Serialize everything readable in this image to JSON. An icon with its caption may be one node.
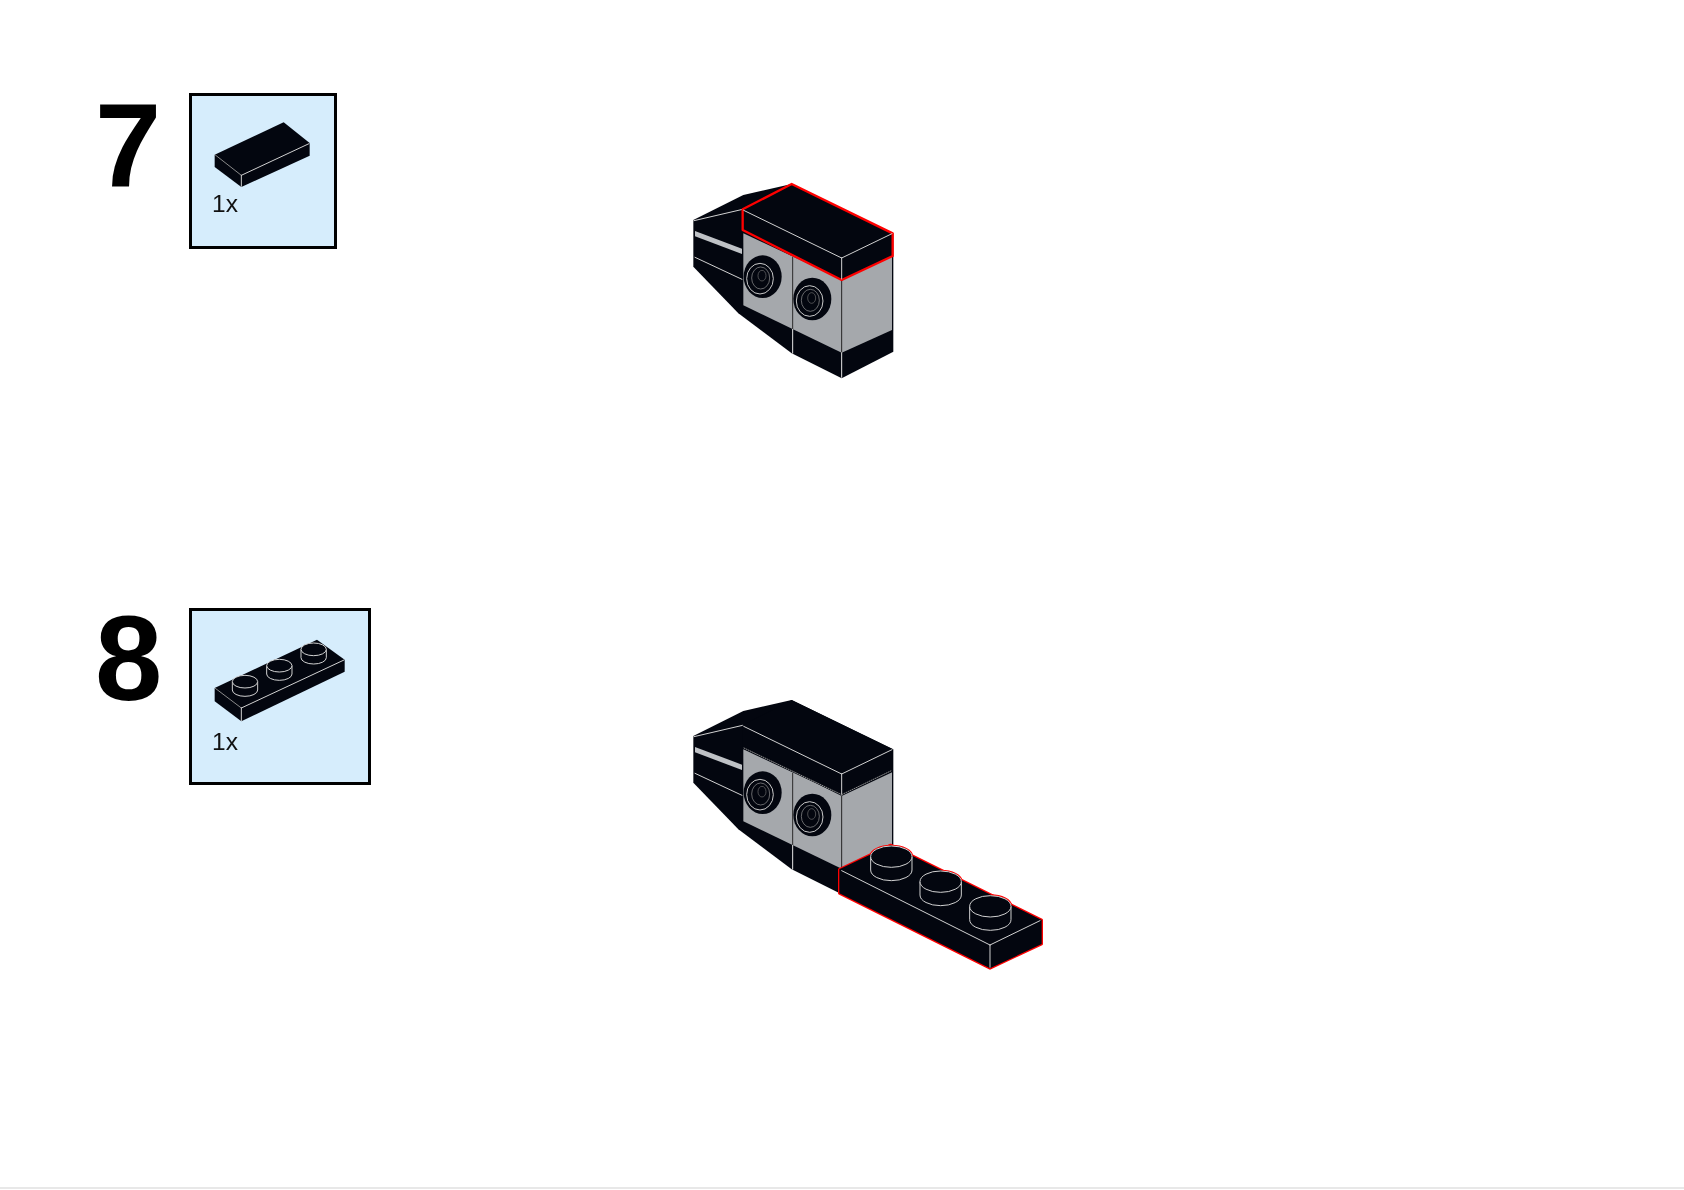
{
  "diagram": {
    "nodes": [
      {
        "text": [
          "1x"
        ]
      },
      {
        "text": [
          "1x"
        ]
      }
    ],
    "labels": [
      "7",
      "8"
    ]
  }
}
